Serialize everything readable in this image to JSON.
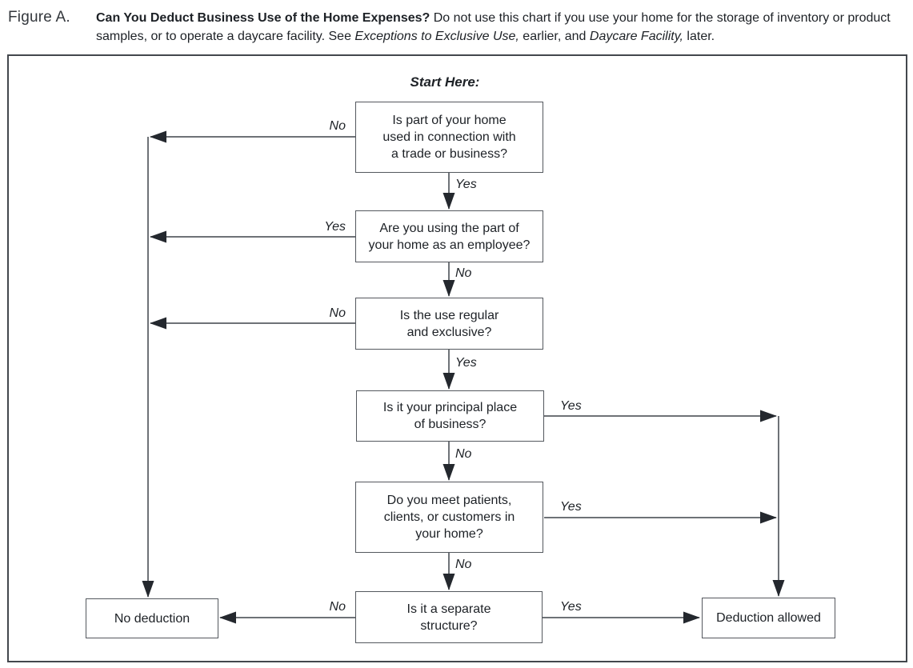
{
  "figure": {
    "label": "Figure A.",
    "title": "Can You Deduct Business Use of the Home Expenses?",
    "note_before_italic1": " Do not use this chart if you use your home for the storage of inventory or product samples, or to operate a daycare facility. See ",
    "note_italic1": "Exceptions to Exclusive Use,",
    "note_middle": " earlier, and ",
    "note_italic2": "Daycare Facility,",
    "note_after": " later."
  },
  "flowchart": {
    "start_label": "Start Here:",
    "nodes": {
      "q1": "Is part of your home\nused in connection with\na trade or business?",
      "q2": "Are you using the part of\nyour home as an employee?",
      "q3": "Is the use regular\nand exclusive?",
      "q4": "Is it your principal place\nof business?",
      "q5": "Do you meet patients,\nclients, or customers in\nyour home?",
      "q6": "Is it a separate\nstructure?",
      "no_deduction": "No deduction",
      "deduction_allowed": "Deduction allowed"
    },
    "edges": {
      "q1_no": "No",
      "q1_yes": "Yes",
      "q2_yes": "Yes",
      "q2_no": "No",
      "q3_no": "No",
      "q3_yes": "Yes",
      "q4_yes": "Yes",
      "q4_no": "No",
      "q5_yes": "Yes",
      "q5_no": "No",
      "q6_no": "No",
      "q6_yes": "Yes"
    }
  },
  "colors": {
    "ink": "#1d2126",
    "connector": "#3f444a",
    "arrowhead": "#24282e",
    "box_border": "#54585e",
    "frame_border": "#43474d",
    "background": "#ffffff"
  }
}
